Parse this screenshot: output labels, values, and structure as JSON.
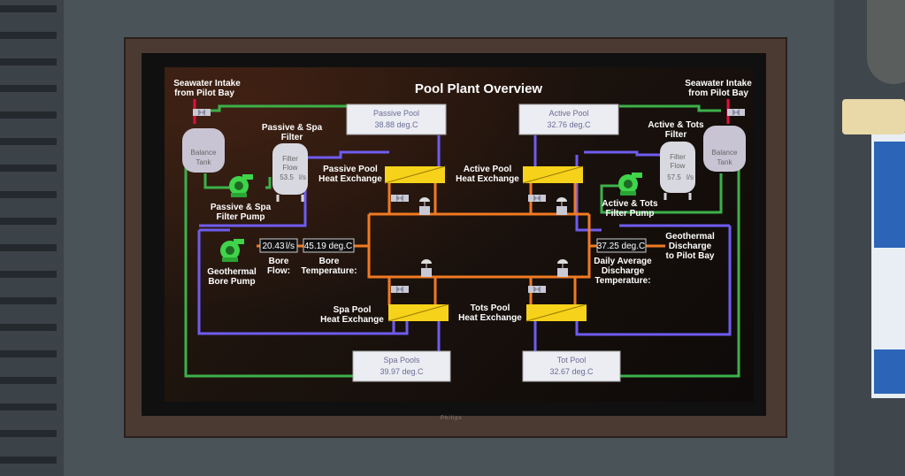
{
  "screen": {
    "title": "Pool Plant Overview",
    "brand": "Philips"
  },
  "intakes": {
    "left": [
      "Seawater Intake",
      "from Pilot Bay"
    ],
    "right": [
      "Seawater Intake",
      "from Pilot Bay"
    ]
  },
  "balance_tanks": {
    "left": [
      "Balance",
      "Tank"
    ],
    "right": [
      "Balance",
      "Tank"
    ]
  },
  "filters": {
    "passive_spa": {
      "label": [
        "Passive & Spa",
        "Filter"
      ],
      "flow_label": [
        "Filter",
        "Flow"
      ],
      "flow_value": "53.5",
      "flow_unit": "l/s",
      "pump_label": [
        "Passive & Spa",
        "Filter Pump"
      ]
    },
    "active_tots": {
      "label": [
        "Active & Tots",
        "Filter"
      ],
      "flow_label": [
        "Filter",
        "Flow"
      ],
      "flow_value": "57.5",
      "flow_unit": "l/s",
      "pump_label": [
        "Active & Tots",
        "Filter Pump"
      ]
    }
  },
  "pools": {
    "passive": {
      "name": "Passive Pool",
      "temp": "38.88  deg.C"
    },
    "active": {
      "name": "Active Pool",
      "temp": "32.76  deg.C"
    },
    "spa": {
      "name": "Spa Pools",
      "temp": "39.97  deg.C"
    },
    "tot": {
      "name": "Tot Pool",
      "temp": "32.67  deg.C"
    }
  },
  "heat_exchangers": {
    "passive": [
      "Passive Pool",
      "Heat Exchange"
    ],
    "active": [
      "Active Pool",
      "Heat Exchange"
    ],
    "spa": [
      "Spa Pool",
      "Heat Exchange"
    ],
    "tots": [
      "Tots Pool",
      "Heat Exchange"
    ]
  },
  "geothermal": {
    "pump_label": [
      "Geothermal",
      "Bore Pump"
    ],
    "bore_flow_value": "20.43",
    "bore_flow_unit": "l/s",
    "bore_flow_label": [
      "Bore",
      "Flow:"
    ],
    "bore_temp_value": "45.19 deg.C",
    "bore_temp_label": [
      "Bore",
      "Temperature:"
    ],
    "discharge_temp_value": "37.25 deg.C",
    "discharge_temp_label": [
      "Daily Average",
      "Discharge",
      "Temperature:"
    ],
    "discharge_label": [
      "Geothermal",
      "Discharge",
      "to Pilot Bay"
    ]
  },
  "colors": {
    "green_pipe": "#3cb14a",
    "purple_pipe": "#6f5cf0",
    "orange_pipe": "#f07a22",
    "heat_exchanger": "#f6d21a",
    "pump": "#3fd44a",
    "intake_red": "#e0103a"
  }
}
